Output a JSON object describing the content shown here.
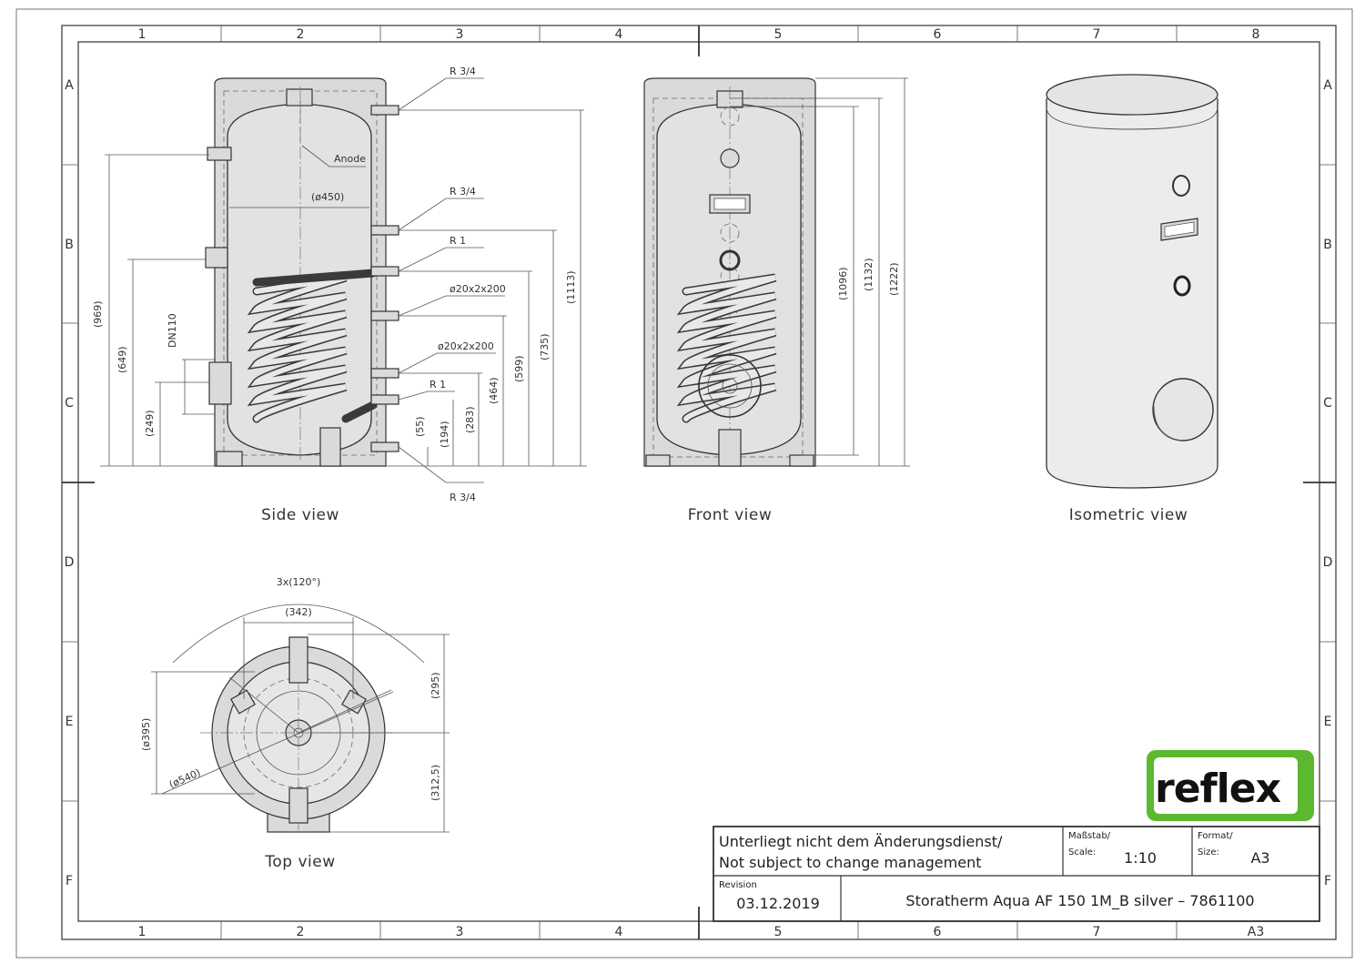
{
  "grid": {
    "columns": [
      "1",
      "2",
      "3",
      "4",
      "5",
      "6",
      "7",
      "8"
    ],
    "bottom_columns": [
      "1",
      "2",
      "3",
      "4",
      "5",
      "6",
      "7",
      "A3"
    ],
    "rows": [
      "A",
      "B",
      "C",
      "D",
      "E",
      "F"
    ]
  },
  "views": {
    "side": "Side view",
    "front": "Front view",
    "isometric": "Isometric view",
    "top": "Top view"
  },
  "side_view": {
    "connections": [
      "R 3/4",
      "R 3/4",
      "R 1",
      "ø20x2x200",
      "ø20x2x200",
      "R 1",
      "R 3/4"
    ],
    "anode": "Anode",
    "diameter": "(ø450)",
    "flange": "DN110",
    "left_dims": [
      "(969)",
      "(649)",
      "(249)"
    ],
    "right_dims": [
      "(55)",
      "(194)",
      "(283)",
      "(464)",
      "(599)",
      "(735)",
      "(1113)"
    ]
  },
  "front_view": {
    "dims": [
      "(1096)",
      "(1132)",
      "(1222)"
    ]
  },
  "top_view": {
    "angle": "3x(120°)",
    "width": "(342)",
    "depth_top": "(295)",
    "depth_bottom": "(312,5)",
    "inner_diameter": "(ø395)",
    "outer_diameter": "(ø540)"
  },
  "logo": "reflex",
  "title_block": {
    "note_line1": "Unterliegt nicht dem Änderungsdienst/",
    "note_line2": "Not subject to change management",
    "scale_label": "Maßstab/",
    "scale_label2": "Scale:",
    "scale_value": "1:10",
    "format_label": "Format/",
    "format_label2": "Size:",
    "format_value": "A3",
    "revision_label": "Revision",
    "revision_value": "03.12.2019",
    "product": "Storatherm Aqua AF 150 1M_B silver – 7861100"
  },
  "colors": {
    "logo_green": "#5cb82f"
  }
}
